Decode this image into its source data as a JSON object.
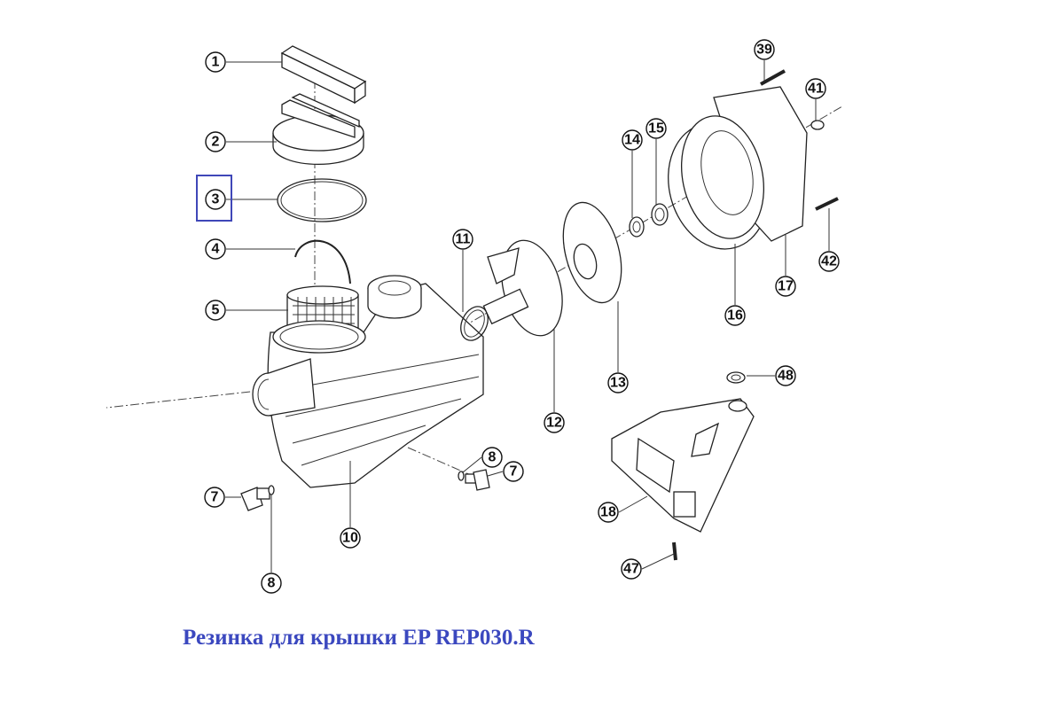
{
  "diagram": {
    "caption": "Резинка для крышки EP REP030.R",
    "highlighted_part": "3",
    "highlight_color": "#3f47b8",
    "caption_color": "#3b48bf",
    "parts": [
      {
        "id": "p1",
        "number": "1"
      },
      {
        "id": "p2",
        "number": "2"
      },
      {
        "id": "p3",
        "number": "3"
      },
      {
        "id": "p4",
        "number": "4"
      },
      {
        "id": "p5",
        "number": "5"
      },
      {
        "id": "p7a",
        "number": "7"
      },
      {
        "id": "p8a",
        "number": "8"
      },
      {
        "id": "p10",
        "number": "10"
      },
      {
        "id": "p8b",
        "number": "8"
      },
      {
        "id": "p7b",
        "number": "7"
      },
      {
        "id": "p11",
        "number": "11"
      },
      {
        "id": "p12",
        "number": "12"
      },
      {
        "id": "p13",
        "number": "13"
      },
      {
        "id": "p14",
        "number": "14"
      },
      {
        "id": "p15",
        "number": "15"
      },
      {
        "id": "p16",
        "number": "16"
      },
      {
        "id": "p17",
        "number": "17"
      },
      {
        "id": "p39",
        "number": "39"
      },
      {
        "id": "p41",
        "number": "41"
      },
      {
        "id": "p42",
        "number": "42"
      },
      {
        "id": "p48",
        "number": "48"
      },
      {
        "id": "p18",
        "number": "18"
      },
      {
        "id": "p47",
        "number": "47"
      }
    ]
  }
}
